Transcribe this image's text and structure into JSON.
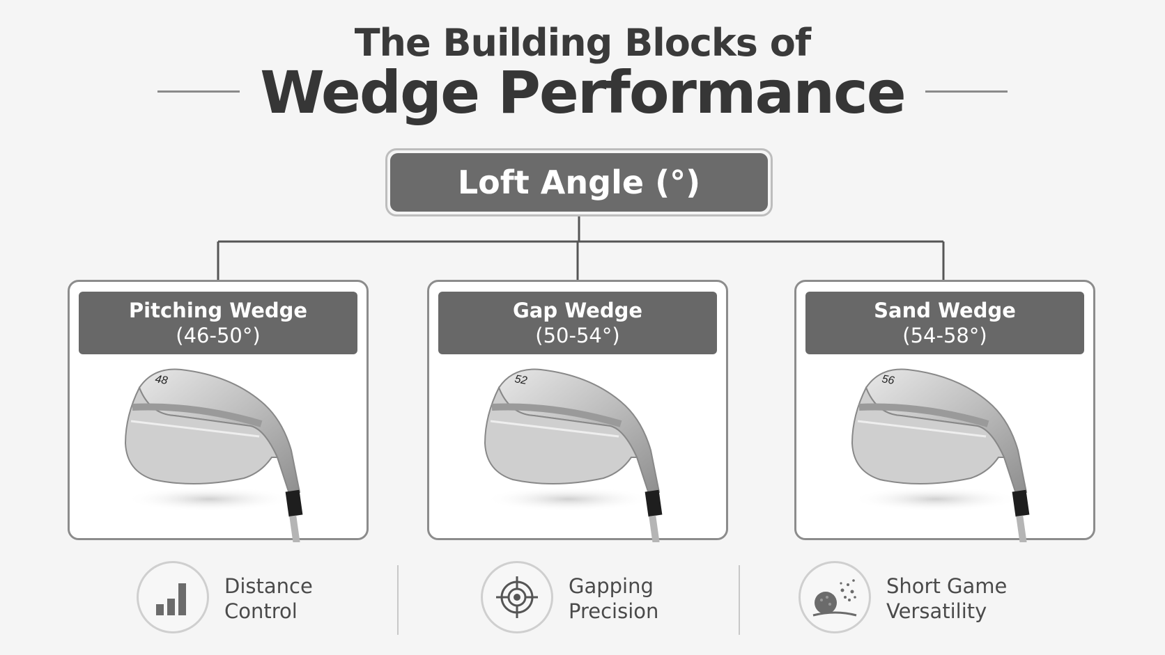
{
  "title": {
    "line1": "The Building Blocks of",
    "line2": "Wedge Performance"
  },
  "root": {
    "label": "Loft Angle (°)"
  },
  "wedges": [
    {
      "name": "Pitching Wedge",
      "range": "(46-50°)",
      "club_number": "48"
    },
    {
      "name": "Gap Wedge",
      "range": "(50-54°)",
      "club_number": "52"
    },
    {
      "name": "Sand Wedge",
      "range": "(54-58°)",
      "club_number": "56"
    }
  ],
  "benefits": [
    {
      "line1": "Distance",
      "line2": "Control",
      "icon": "bar-chart-icon"
    },
    {
      "line1": "Gapping",
      "line2": "Precision",
      "icon": "target-icon"
    },
    {
      "line1": "Short Game",
      "line2": "Versatility",
      "icon": "sand-splash-icon"
    }
  ],
  "colors": {
    "background": "#f5f5f5",
    "header_fill": "#686868",
    "root_fill": "#6b6b6b",
    "card_border": "#8c8c8c",
    "connector": "#555555"
  }
}
